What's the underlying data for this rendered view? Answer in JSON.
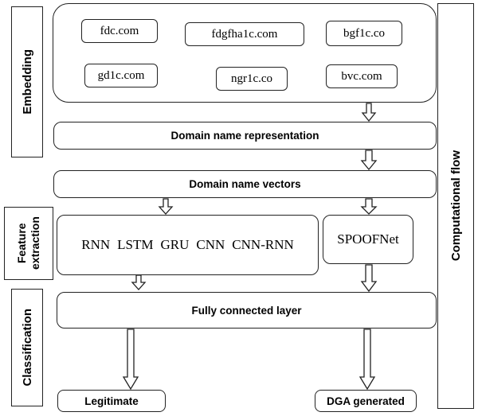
{
  "side_labels": {
    "embedding": "Embedding",
    "feature_extraction": "Feature extraction",
    "classification": "Classification",
    "computational_flow": "Computational flow"
  },
  "domains": [
    "fdc.com",
    "fdgfha1c.com",
    "bgf1c.co",
    "gd1c.com",
    "ngr1c.co",
    "bvc.com"
  ],
  "steps": {
    "representation": "Domain name representation",
    "vectors": "Domain name vectors",
    "fully_connected": "Fully connected layer"
  },
  "models": {
    "baselines": [
      "RNN",
      "LSTM",
      "GRU",
      "CNN",
      "CNN-RNN"
    ],
    "proposed": "SPOOFNet"
  },
  "outputs": {
    "legitimate": "Legitimate",
    "dga": "DGA generated"
  }
}
